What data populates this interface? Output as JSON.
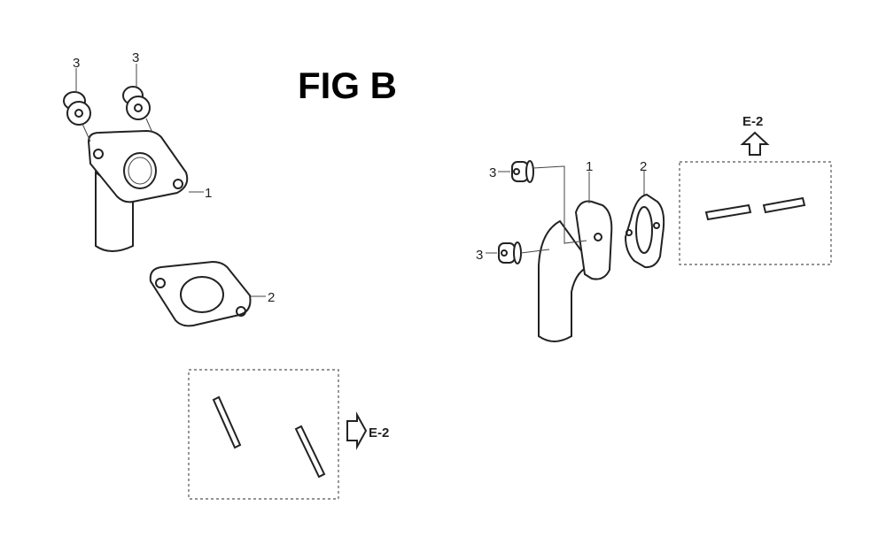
{
  "title": "FIG B",
  "left_view": {
    "callouts": [
      "3",
      "3",
      "1",
      "2"
    ],
    "reference": "E-2"
  },
  "right_view": {
    "callouts": [
      "3",
      "3",
      "1",
      "2"
    ],
    "reference": "E-2"
  }
}
